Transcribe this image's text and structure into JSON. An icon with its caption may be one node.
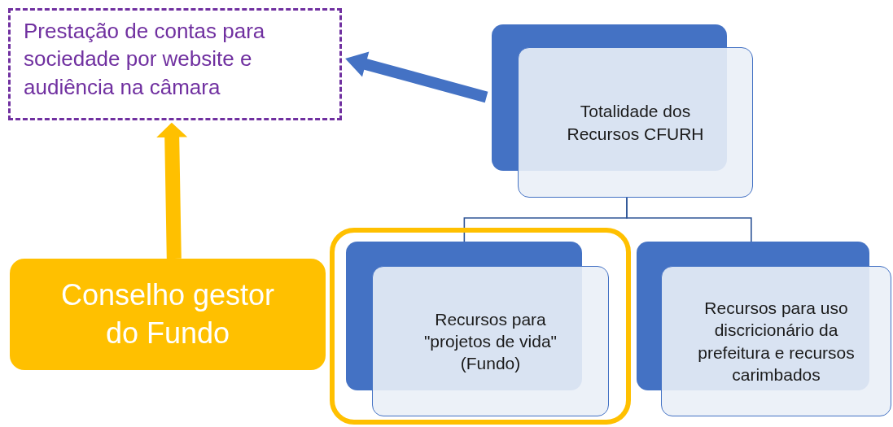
{
  "diagram": {
    "nodes": [
      {
        "text": [
          "Prestação de contas para sociedade por website e audiência na câmara"
        ]
      },
      {
        "text": [
          "Totalidade dos Recursos CFURH"
        ]
      },
      {
        "text": [],
        "shape": "box"
      },
      {
        "text": [
          "Recursos para \"projetos de vida\" (Fundo)"
        ],
        "in": 2
      },
      {
        "text": [
          "Recursos para uso discricionário da prefeitura e recursos carimbados"
        ]
      },
      {
        "text": [
          "Conselho gestor do Fundo"
        ]
      }
    ],
    "edges": [
      {
        "from": 1,
        "to": 0,
        "arrow": "to",
        "style": "thick",
        "color": "#4472c4"
      },
      {
        "from": 5,
        "to": 0,
        "arrow": "to",
        "style": "thick",
        "color": "#ffc000"
      },
      {
        "from": 1,
        "to": 3,
        "arrow": "none"
      },
      {
        "from": 1,
        "to": 4,
        "arrow": "none"
      }
    ]
  }
}
